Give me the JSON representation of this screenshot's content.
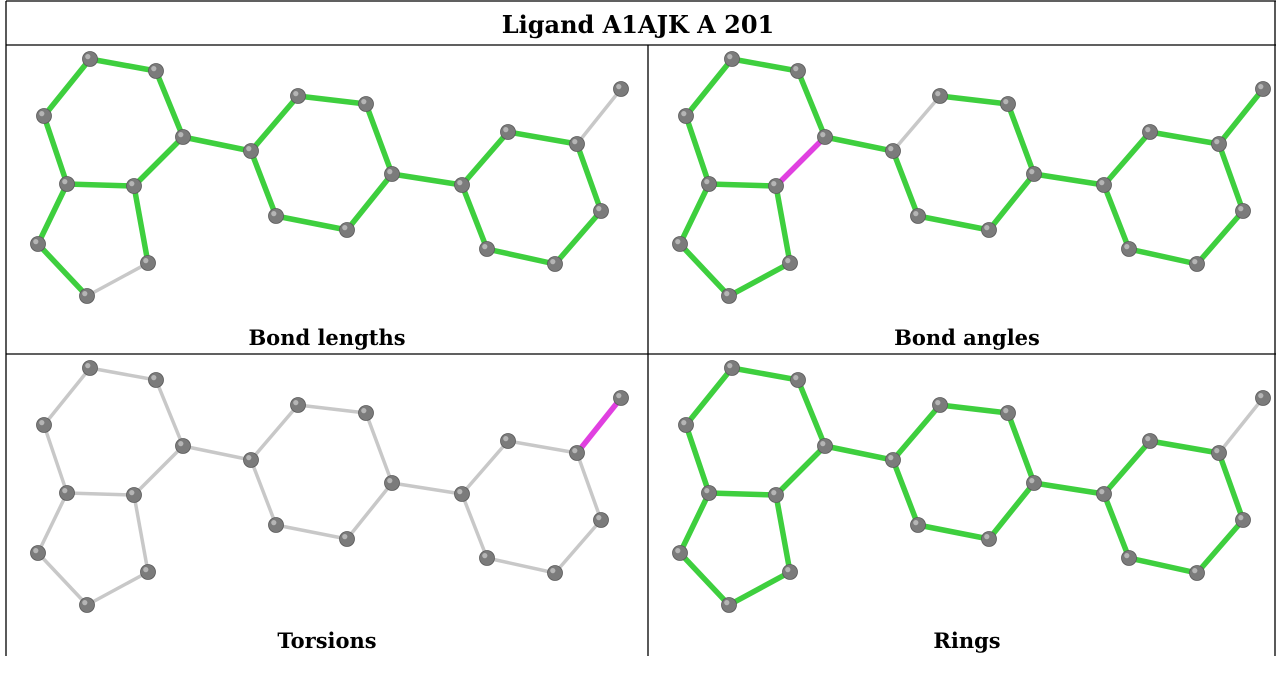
{
  "title": "Ligand A1AJK A 201",
  "colors": {
    "ok": "#3ecf3e",
    "outlier": "#e040e0",
    "unassessed": "#c8c8c8",
    "atom": "#7b7b7b"
  },
  "panels": [
    {
      "caption": "Bond lengths",
      "outliers": [
        [
          1,
          2
        ]
      ],
      "unassessed": [
        [
          6,
          7
        ],
        [
          7,
          8
        ],
        [
          17,
          18
        ]
      ]
    },
    {
      "caption": "Bond angles",
      "outliers": [
        [
          5,
          11
        ],
        [
          3,
          5
        ],
        [
          11,
          12
        ]
      ],
      "unassessed": [
        [
          2,
          9
        ],
        [
          9,
          10
        ]
      ]
    },
    {
      "caption": "Torsions",
      "outliers": [
        [
          5,
          11
        ],
        [
          17,
          18
        ]
      ],
      "unassessed": "all"
    },
    {
      "caption": "Rings",
      "outliers": [],
      "unassessed": [
        [
          5,
          11
        ],
        [
          17,
          18
        ],
        [
          22,
          24
        ]
      ]
    }
  ]
}
